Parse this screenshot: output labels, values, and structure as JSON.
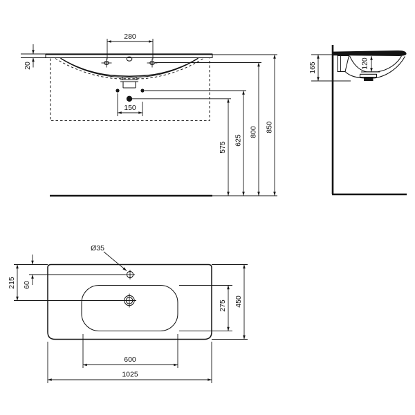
{
  "drawing": {
    "type": "washbasin-installation-dimension-drawing",
    "colors": {
      "line": "#141414",
      "background": "#ffffff"
    },
    "views": {
      "front": {
        "label": "front-view",
        "dims": {
          "tap_hole_spacing": "280",
          "rim_thickness": "20",
          "waste_connection_spacing": "150",
          "waste_height": "575",
          "supply_height": "625",
          "fixing_holes_height": "800",
          "rim_height": "850"
        }
      },
      "side": {
        "label": "side-view",
        "dims": {
          "ceramic_depth": "165",
          "bowl_inner_depth": "120"
        }
      },
      "plan": {
        "label": "plan-view",
        "dims": {
          "tap_hole_diameter": "Ø35",
          "waste_from_rear": "215",
          "tap_hole_from_rear": "60",
          "bowl_length": "600",
          "bowl_width": "275",
          "overall_depth": "450",
          "overall_width": "1025"
        }
      }
    }
  }
}
